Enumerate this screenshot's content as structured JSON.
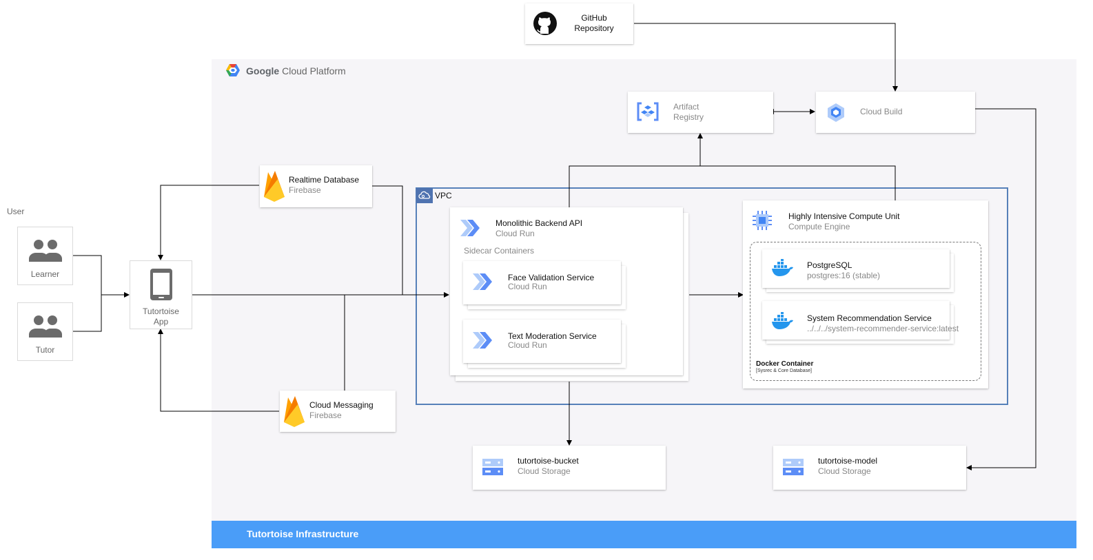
{
  "user_label": "User",
  "users": {
    "learner": "Learner",
    "tutor": "Tutor"
  },
  "app": {
    "line1": "Tutortoise",
    "line2": "App"
  },
  "github": {
    "line1": "GitHub",
    "line2": "Repository"
  },
  "gcp": {
    "brand": "Google",
    "title": "Cloud Platform"
  },
  "artifact_registry": {
    "line1": "Artifact",
    "line2": "Registry"
  },
  "cloud_build": {
    "label": "Cloud Build"
  },
  "realtime_db": {
    "title": "Realtime Database",
    "subtitle": "Firebase"
  },
  "cloud_messaging": {
    "title": "Cloud Messaging",
    "subtitle": "Firebase"
  },
  "vpc": {
    "label": "VPC"
  },
  "backend": {
    "title": "Monolithic Backend API",
    "subtitle": "Cloud Run",
    "sidecar_label": "Sidecar Containers",
    "face": {
      "title": "Face Validation Service",
      "subtitle": "Cloud Run"
    },
    "text": {
      "title": "Text Moderation Service",
      "subtitle": "Cloud Run"
    }
  },
  "compute": {
    "title": "Highly Intensive Compute Unit",
    "subtitle": "Compute Engine",
    "postgres": {
      "title": "PostgreSQL",
      "subtitle": "postgres:16 (stable)"
    },
    "recommender": {
      "title": "System Recommendation Service",
      "subtitle": "../../../system-recommender-service:latest"
    },
    "docker_title": "Docker Container",
    "docker_subtitle": "[Sysrec & Core Database]"
  },
  "bucket": {
    "title": "tutortoise-bucket",
    "subtitle": "Cloud Storage"
  },
  "model": {
    "title": "tutortoise-model",
    "subtitle": "Cloud Storage"
  },
  "footer": {
    "label": "Tutortoise Infrastructure"
  },
  "colors": {
    "gcp_bg": "#f6f5f8",
    "footer": "#4a9df8",
    "vpc_border": "#5680b9",
    "cloud_run": "#5c8df6",
    "docker": "#2496ed",
    "firebase_orange": "#f5a623",
    "firebase_yellow": "#ffca28"
  }
}
